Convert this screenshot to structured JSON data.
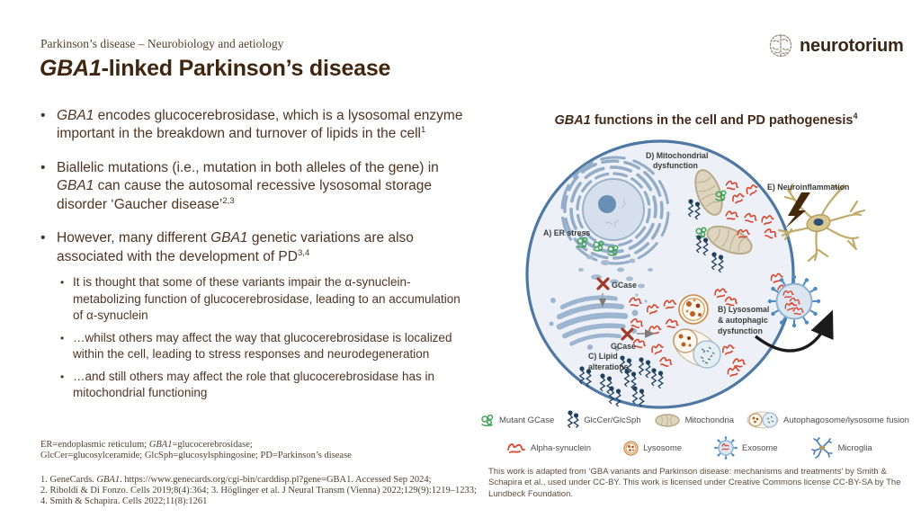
{
  "header": {
    "kicker": "Parkinson’s disease – Neurobiology and aetiology",
    "title": "[i]GBA1[/i]-linked Parkinson’s disease",
    "logo_text": "neurotorium"
  },
  "bullets": [
    {
      "level": 1,
      "text": "[i]GBA1[/i] encodes glucocerebrosidase, which is a lysosomal enzyme important in the breakdown and turnover of lipids in the cell[sup]1[/sup]"
    },
    {
      "level": 1,
      "text": "Biallelic mutations (i.e., mutation in both alleles of the gene) in [i]GBA1[/i] can cause the autosomal recessive lysosomal storage disorder ‘Gaucher disease’[sup]2,3[/sup]"
    },
    {
      "level": 1,
      "text": "However, many different [i]GBA1[/i] genetic variations are also associated with the development of PD[sup]3,4[/sup]"
    },
    {
      "level": 2,
      "text": "It is thought that some of these variants impair the α-synuclein-metabolizing function of glucocerebrosidase, leading to an accumulation of α-synuclein"
    },
    {
      "level": 2,
      "text": "…whilst others may affect the way that glucocerebrosidase is localized within the cell, leading to stress responses and neurodegeneration"
    },
    {
      "level": 2,
      "text": "…and still others may affect the role that glucocerebrosidase has in mitochondrial functioning"
    }
  ],
  "footnotes": {
    "abbr_line1": "ER=endoplasmic reticulum; [i]GBA1[/i]=glucocerebrosidase;",
    "abbr_line2": "GlcCer=glucosylceramide; GlcSph=glucosylsphingosine; PD=Parkinson’s disease",
    "ref_line1": "1. GeneCards. [i]GBA1[/i]. https://www.genecards.org/cgi-bin/carddisp.pl?gene=GBA1. Accessed Sep 2024;",
    "ref_line2": "2. Riboldi & Di Fonzo. Cells 2019;8(4):364; 3. Höglinger et al. J Neural Transm (Vienna) 2022;129(9):1219–1233;",
    "ref_line3": "4. Smith & Schapira. Cells 2022;11(8):1261"
  },
  "diagram": {
    "title": "[i]GBA1[/i] functions in the cell and PD pathogenesis[sup]4[/sup]",
    "labels": {
      "a": "A) ER stress",
      "b1": "B) Lysosomal",
      "b2": "& autophagic",
      "b3": "dysfunction",
      "c1": "C) Lipid",
      "c2": "alterations",
      "d1": "D) Mitochondrial",
      "d2": "dysfunction",
      "e": "E) Neuroinflammation",
      "gcase": "GCase"
    },
    "legend": [
      {
        "icon": "mutant-gcase-icon",
        "label": "Mutant GCase"
      },
      {
        "icon": "glccer-glcsph-icon",
        "label": "GlcCer/GlcSph"
      },
      {
        "icon": "mitochondria-icon",
        "label": "Mitochondria"
      },
      {
        "icon": "autophagosome-lysosome-fusion-icon",
        "label": "Autophagosome/lysosome fusion"
      },
      {
        "icon": "alpha-synuclein-icon",
        "label": "Alpha-synuclein"
      },
      {
        "icon": "lysosome-icon",
        "label": "Lysosome"
      },
      {
        "icon": "exosome-icon",
        "label": "Exosome"
      },
      {
        "icon": "microglia-icon",
        "label": "Microglia"
      }
    ],
    "license": "This work is adapted from ‘GBA variants and Parkinson disease: mechanisms and treatments’ by Smith & Schapira et al., used under CC-BY. This work is licensed under Creative Commons license CC-BY-SA by The Lundbeck Foundation."
  },
  "colors": {
    "title_brown": "#40250f",
    "body_brown": "#4e3523",
    "cell_border_blue": "#4e78a3",
    "alpha_synuclein_red": "#d9452e",
    "mutant_gcase_green": "#43a35a",
    "lipid_navy": "#20405f",
    "lysosome_orange": "#cd8745",
    "mitochondria_tan": "#ded5c0"
  }
}
